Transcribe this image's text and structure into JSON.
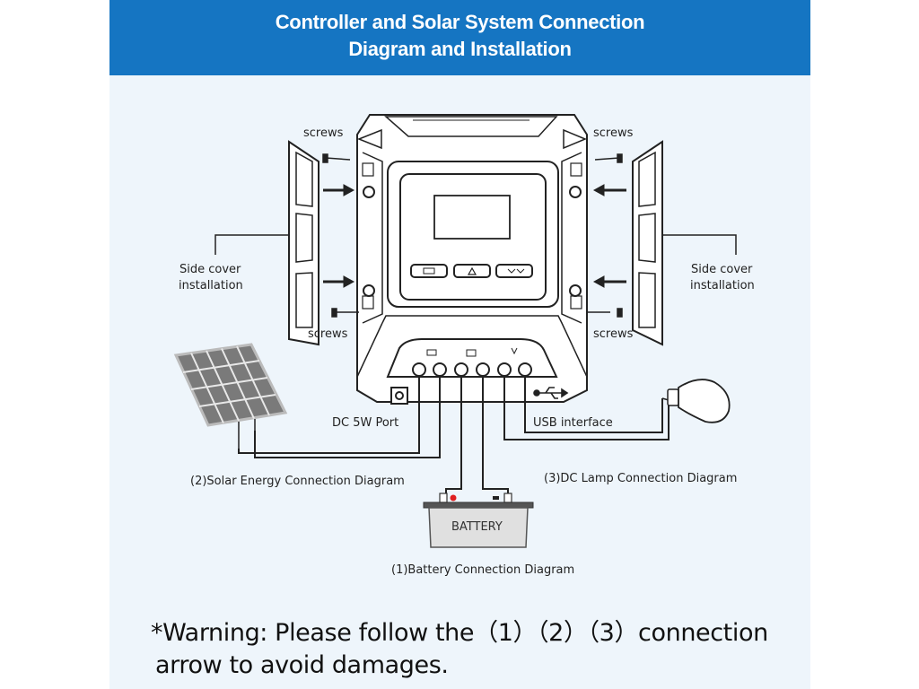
{
  "header": {
    "title_line1": "Controller and Solar System Connection",
    "title_line2": "Diagram and Installation"
  },
  "labels": {
    "screws_top_left": "screws",
    "screws_top_right": "screws",
    "screws_bottom_left": "screws",
    "screws_bottom_right": "screws",
    "side_cover_left": [
      "Side cover",
      "installation"
    ],
    "side_cover_right": [
      "Side cover",
      "installation"
    ],
    "dc_port": "DC 5W Port",
    "usb": "USB interface",
    "solar_diagram": "(2)Solar Energy Connection Diagram",
    "lamp_diagram": "(3)DC Lamp Connection Diagram",
    "battery_diagram": "(1)Battery Connection Diagram",
    "battery": "BATTERY"
  },
  "warning": {
    "line1": "*Warning: Please follow the（1）（2）（3）connection",
    "line2": "arrow to avoid damages."
  },
  "colors": {
    "header_bg": "#1575c2",
    "panel_bg": "#eef5fb",
    "battery_terminal": "#e02020"
  }
}
